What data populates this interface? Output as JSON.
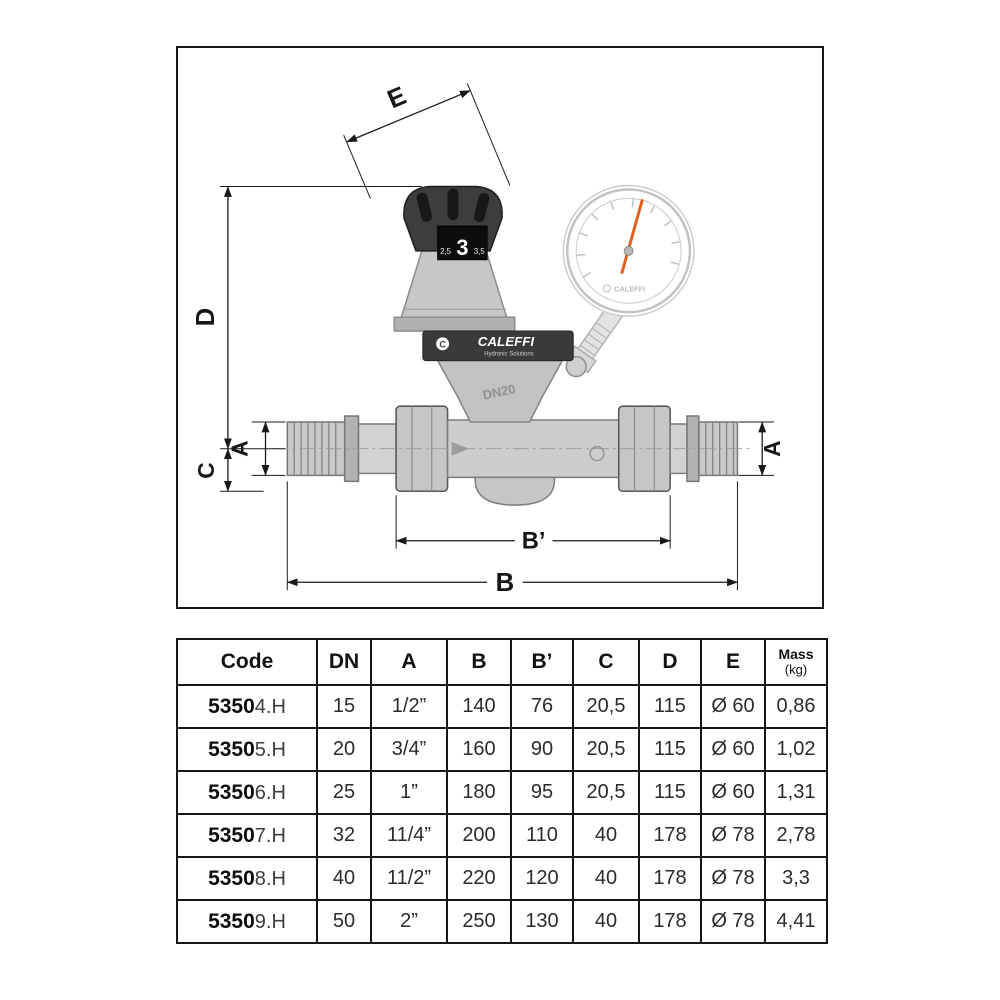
{
  "diagram": {
    "dimension_labels": {
      "e": "E",
      "d": "D",
      "c": "C",
      "a_left": "A",
      "a_right": "A",
      "b_prime": "B’",
      "b": "B"
    },
    "valve": {
      "scale_min": "2,5",
      "scale_value": "3",
      "scale_max": "3,5",
      "brand": "CALEFFI",
      "brand_tagline": "Hydronic Solutions",
      "logo_letter": "C",
      "size_label": "DN20",
      "gauge_brand": "CALEFFI"
    }
  },
  "table": {
    "headers": {
      "code": "Code",
      "dn": "DN",
      "a": "A",
      "b": "B",
      "b_prime": "B’",
      "c": "C",
      "d": "D",
      "e": "E",
      "mass_line1": "Mass",
      "mass_line2": "(kg)"
    },
    "rows": [
      {
        "code_bold": "5350",
        "code_suffix": "4.H",
        "dn": "15",
        "a": "1/2”",
        "b": "140",
        "bp": "76",
        "c": "20,5",
        "d": "115",
        "e": "Ø 60",
        "mass": "0,86"
      },
      {
        "code_bold": "5350",
        "code_suffix": "5.H",
        "dn": "20",
        "a": "3/4”",
        "b": "160",
        "bp": "90",
        "c": "20,5",
        "d": "115",
        "e": "Ø 60",
        "mass": "1,02"
      },
      {
        "code_bold": "5350",
        "code_suffix": "6.H",
        "dn": "25",
        "a": "1”",
        "b": "180",
        "bp": "95",
        "c": "20,5",
        "d": "115",
        "e": "Ø 60",
        "mass": "1,31"
      },
      {
        "code_bold": "5350",
        "code_suffix": "7.H",
        "dn": "32",
        "a": "11/4”",
        "b": "200",
        "bp": "110",
        "c": "40",
        "d": "178",
        "e": "Ø 78",
        "mass": "2,78"
      },
      {
        "code_bold": "5350",
        "code_suffix": "8.H",
        "dn": "40",
        "a": "11/2”",
        "b": "220",
        "bp": "120",
        "c": "40",
        "d": "178",
        "e": "Ø 78",
        "mass": "3,3"
      },
      {
        "code_bold": "5350",
        "code_suffix": "9.H",
        "dn": "50",
        "a": "2”",
        "b": "250",
        "bp": "130",
        "c": "40",
        "d": "178",
        "e": "Ø 78",
        "mass": "4,41"
      }
    ]
  }
}
